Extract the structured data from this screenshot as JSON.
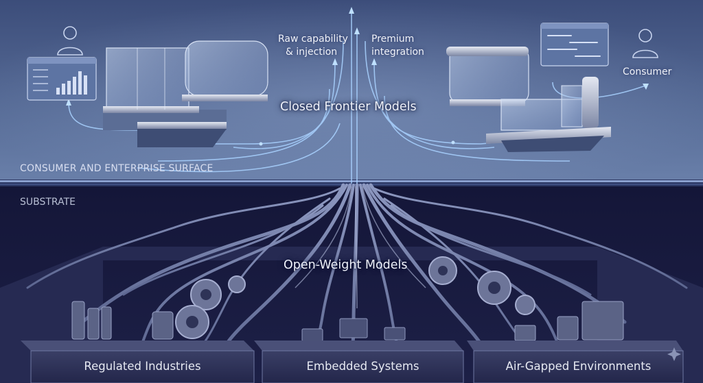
{
  "sections": {
    "top_label": "CONSUMER AND ENTERPRISE SURFACE",
    "bottom_label": "SUBSTRATE"
  },
  "nodes": {
    "closed_models": "Closed Frontier Models",
    "open_models": "Open-Weight Models",
    "consumer": "Consumer"
  },
  "annotations": {
    "left_line1": "Raw capability",
    "left_line2": "& injection",
    "right_line1": "Premium",
    "right_line2": "integration"
  },
  "foundations": [
    "Regulated Industries",
    "Embedded Systems",
    "Air-Gapped Environments"
  ],
  "colors": {
    "top_bg": "#4f638f",
    "bottom_bg": "#15173a",
    "divider": "#7e95c6",
    "accent_line": "#a9d2ff"
  }
}
